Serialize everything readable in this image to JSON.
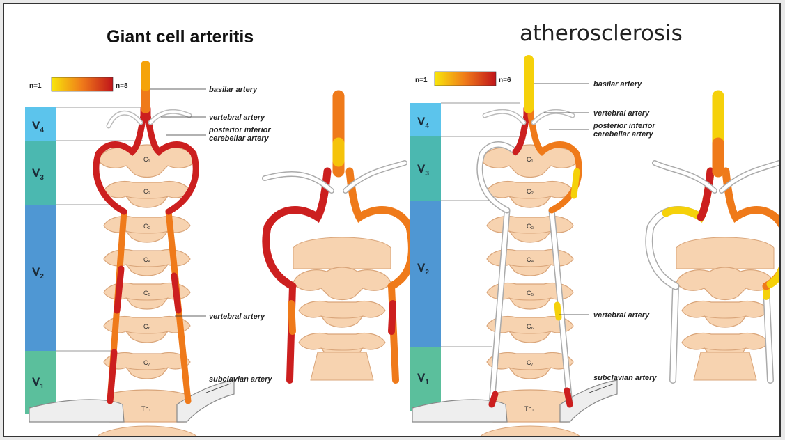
{
  "titles": {
    "gca": "Giant cell arteritis",
    "ath": "atherosclerosis"
  },
  "scale": {
    "gca": {
      "min": "n=1",
      "max": "n=8"
    },
    "ath": {
      "min": "n=1",
      "max": "n=6"
    }
  },
  "labels": {
    "basilar": "basilar artery",
    "vertebral": "vertebral artery",
    "pica_line1": "posterior inferior",
    "pica_line2": "cerebellar artery",
    "subclavian": "subclavian artery"
  },
  "segments": [
    {
      "main": "V",
      "sub": "4"
    },
    {
      "main": "V",
      "sub": "3"
    },
    {
      "main": "V",
      "sub": "2"
    },
    {
      "main": "V",
      "sub": "1"
    }
  ],
  "vertebrae": [
    "C1",
    "C2",
    "C3",
    "C4",
    "C5",
    "C6",
    "C7",
    "Th1"
  ],
  "colors": {
    "v4": "#5cc4ec",
    "v3": "#4bb8b0",
    "v2": "#4f97d3",
    "v1": "#5bbf9c",
    "bone": "#f7d3b0",
    "bone_edge": "#d9a57a",
    "red": "#cc1f1f",
    "orange": "#ef7a1a",
    "yellow": "#f5d10a",
    "grey": "#eeeeee"
  }
}
